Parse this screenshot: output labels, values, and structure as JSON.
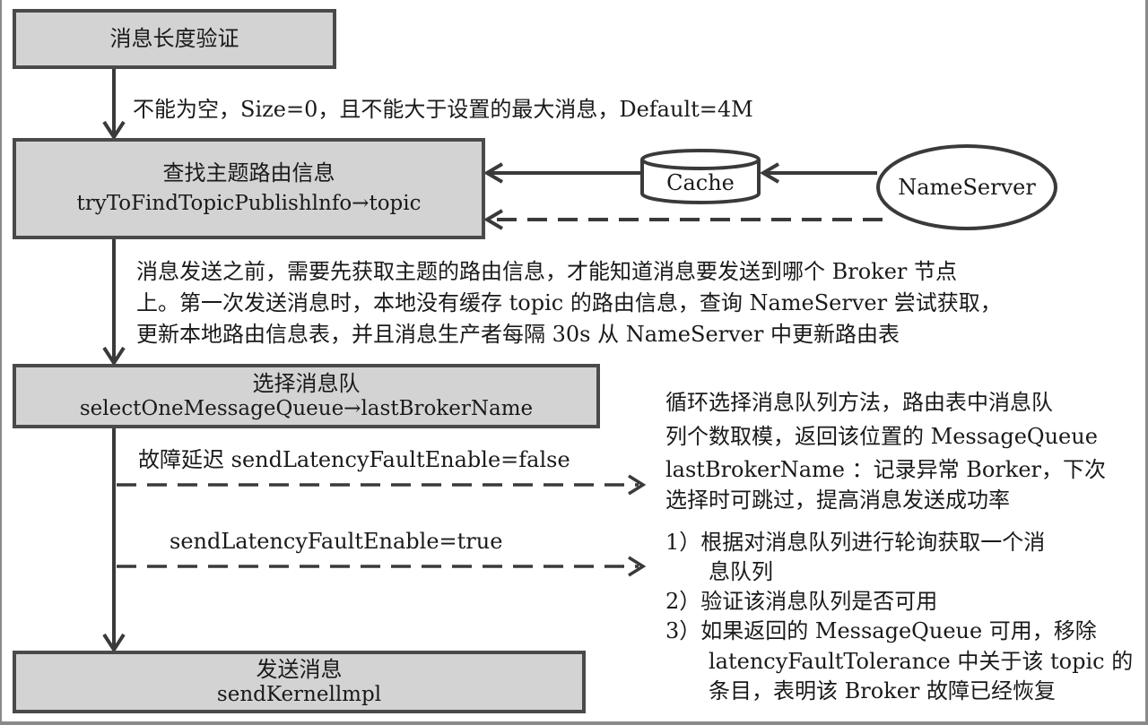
{
  "boxes": {
    "validate": {
      "title": "消息长度验证"
    },
    "find_route": {
      "title": "查找主题路由信息",
      "subtitle": "tryToFindTopicPublishlnfo→topic"
    },
    "select_queue": {
      "title": "选择消息队",
      "subtitle": "selectOneMessageQueue→lastBrokerName"
    },
    "send": {
      "title": "发送消息",
      "subtitle": "sendKernellmpl"
    }
  },
  "nodes": {
    "cache": "Cache",
    "nameserver": "NameServer"
  },
  "notes": {
    "validate_rule": "不能为空，Size=0，且不能大于设置的最大消息，Default=4M",
    "route_lines": [
      "消息发送之前，需要先获取主题的路由信息，才能知道消息要发送到哪个 Broker 节点",
      "上。第一次发送消息时，本地没有缓存 topic 的路由信息，查询 NameServer 尝试获取，",
      "更新本地路由信息表，并且消息生产者每隔 30s 从 NameServer 中更新路由表"
    ],
    "fault_false": "故障延迟 sendLatencyFaultEnable=false",
    "fault_true": "sendLatencyFaultEnable=true",
    "false_desc_lines": [
      "循环选择消息队列方法，路由表中消息队",
      "列个数取模，返回该位置的 MessageQueue",
      "lastBrokerName ：记录异常 Borker，下次",
      "选择时可跳过，提高消息发送成功率"
    ],
    "true_desc_lines": [
      "1）根据对消息队列进行轮询获取一个消",
      "　　息队列",
      "2）验证该消息队列是否可用",
      "3）如果返回的 MessageQueue 可用，移除",
      "　　latencyFaultTolerance 中关于该 topic 的",
      "　　条目，表明该 Broker 故障已经恢复"
    ]
  }
}
